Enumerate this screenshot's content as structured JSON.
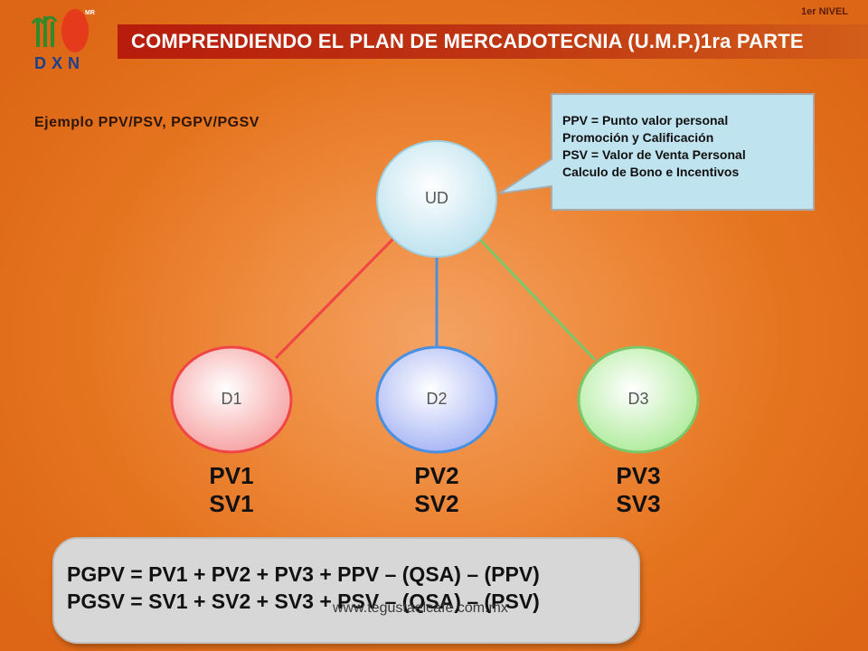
{
  "header": {
    "level": "1er NIVEL",
    "title": "COMPRENDIENDO EL PLAN DE MERCADOTECNIA (U.M.P.)1ra PARTE",
    "logo_text": "DXN",
    "logo_mark": "MR"
  },
  "subtitle": "Ejemplo PPV/PSV, PGPV/PGSV",
  "callout": {
    "lines": [
      "PPV = Punto valor personal",
      "Promoción y Calificación",
      "PSV = Valor de Venta Personal",
      "Calculo de Bono e Incentivos"
    ]
  },
  "nodes": {
    "root": {
      "label": "UD"
    },
    "children": [
      {
        "label": "D1",
        "pv": "PV1",
        "sv": "SV1",
        "color": "#f04545"
      },
      {
        "label": "D2",
        "pv": "PV2",
        "sv": "SV2",
        "color": "#4a90e2"
      },
      {
        "label": "D3",
        "pv": "PV3",
        "sv": "SV3",
        "color": "#7cc66a"
      }
    ]
  },
  "formulas": [
    "PGPV = PV1 + PV2 + PV3 + PPV – (QSA) – (PPV)",
    "PGSV = SV1 + SV2 + SV3 + PSV – (QSA) – (PSV)"
  ],
  "watermark": "www.tegustaelcafe.com.mx"
}
